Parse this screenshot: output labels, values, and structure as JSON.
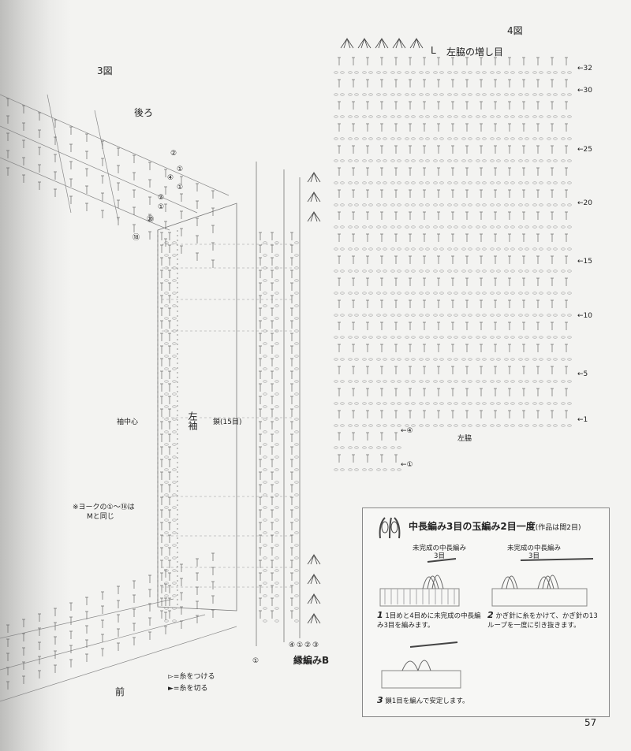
{
  "figure3": {
    "label": "3図",
    "back_label": "後ろ",
    "front_label": "前",
    "sleeve_label": "左袖",
    "sleeve_center": "袖中心",
    "chain_note": "鎖(15目)",
    "yoke_note_line1": "※ヨークの①～⑱は",
    "yoke_note_line2": "Mと同じ",
    "row_markers": [
      "②",
      "①",
      "④",
      "①",
      "②",
      "①",
      "⑳",
      "⑱"
    ],
    "edging_rows": [
      "④",
      "①",
      "②",
      "③"
    ],
    "edging_start": "①",
    "edging_label": "縁編みB",
    "legend_attach": "=糸をつける",
    "legend_cut": "=糸を切る"
  },
  "figure4": {
    "label": "4図",
    "size_label": "L",
    "title": "左脇の増し目",
    "row_numbers": [
      "32",
      "30",
      "25",
      "20",
      "15",
      "10",
      "5",
      "1"
    ],
    "left_markers": [
      "④",
      "①"
    ],
    "side_label": "左脇"
  },
  "inset": {
    "title": "中長編み3目の玉編み2目一度",
    "title_note": "(作品は間2目)",
    "caption_unfinished": "未完成の中長編み",
    "caption_count": "3目",
    "step1_no": "1",
    "step1_text": "1目めと4目めに未完成の中長編み3目を編みます。",
    "step2_no": "2",
    "step2_text": "かぎ針に糸をかけて、かぎ針の13ループを一度に引き抜きます。",
    "step3_no": "3",
    "step3_text": "鎖1目を編んで安定します。"
  },
  "page_number": "57"
}
